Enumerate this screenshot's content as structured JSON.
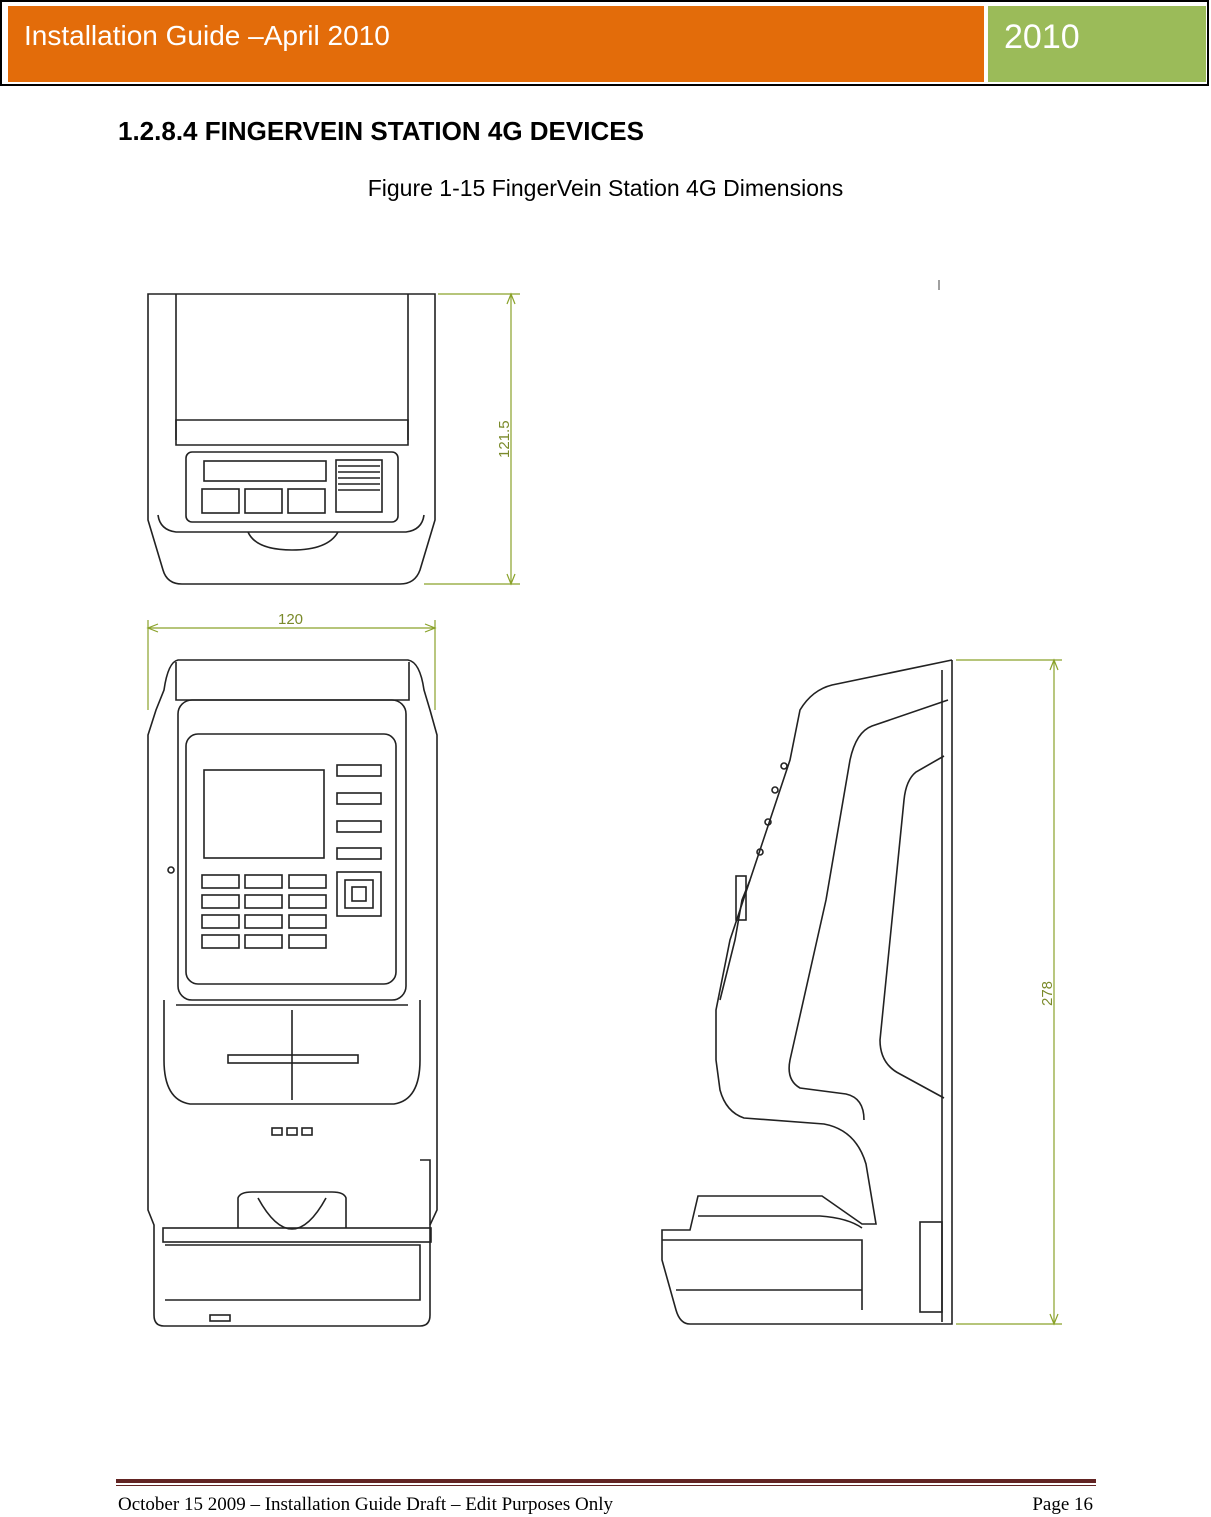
{
  "header": {
    "title": "Installation Guide –April 2010",
    "year": "2010",
    "colors": {
      "title_bg": "#e36c0a",
      "year_bg": "#9bbb59"
    }
  },
  "section": {
    "heading": "1.2.8.4 FINGERVEIN STATION 4G DEVICES",
    "figure_caption": "Figure 1-15 FingerVein Station 4G Dimensions"
  },
  "drawing": {
    "dimensions": {
      "top_height": "121.5",
      "front_width": "120",
      "side_height": "278"
    }
  },
  "footer": {
    "left_text": "October 15 2009 – Installation Guide Draft – Edit Purposes Only",
    "page_label": "Page 16"
  }
}
